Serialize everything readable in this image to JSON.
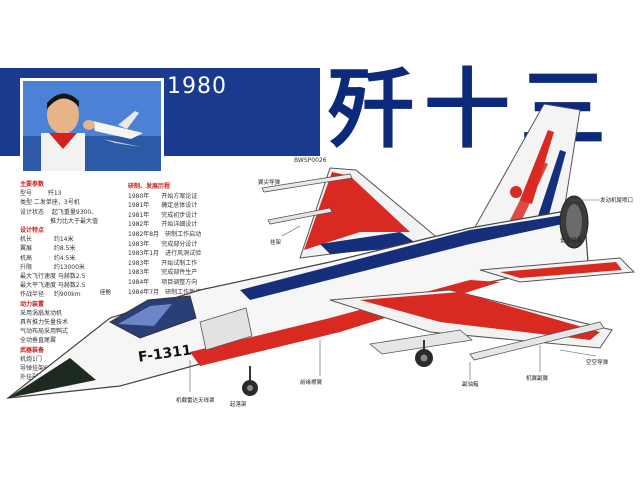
{
  "header": {
    "year": "1980",
    "title": "歼十三",
    "code": "BWSP0026"
  },
  "specs": {
    "heading_1": "主要参数",
    "rows_1": [
      "型号 　　 歼13",
      "类型 二发单座，3号机",
      "设计状态 　起飞重量9300、",
      "　　　　　推力比大于最大值"
    ],
    "heading_2": "设计特点",
    "rows_2": [
      "机长 　　　 约14米",
      "翼展 　　　 约8.5米",
      "机高 　　　 约4.5米",
      "升限 　　　 约13000米",
      "最大飞行速度 马赫数2.5",
      "最大平飞速度 马赫数2.5",
      "作战半径 　 约900km"
    ],
    "heading_3": "动力装置",
    "rows_3": [
      "采用涡扇发动机",
      "具有推力矢量技术",
      "气动布局采用鸭式",
      "全动垂直尾翼"
    ],
    "heading_4": "武器装备",
    "rows_4": [
      "机炮1门",
      "导弹挂架6个",
      "外挂副油箱"
    ]
  },
  "timeline": {
    "heading_1": "研制、发展历程",
    "rows": [
      "1980年　　开始方案论证",
      "1981年　　确定总体设计",
      "1981年　　完成初步设计",
      "1982年　　开始详细设计",
      "1982年8月　研制工作启动",
      "1983年　　完成部分设计",
      "1983年1月　进行风洞试验",
      "1983年　　开始试制工作",
      "1983年　　完成部件生产",
      "1984年　　项目调整方向",
      "1984年7月　研制工作暂停"
    ]
  },
  "callouts": [
    "翼尖导弹",
    "发动机尾喷口",
    "挂架",
    "前缘襟翼",
    "垂直尾翼",
    "副油箱",
    "空空导弹",
    "机载雷达天线罩",
    "座舱",
    "起落架",
    "机翼副翼"
  ],
  "aircraft": {
    "tail_number": "F-1311"
  },
  "colors": {
    "band": "#1a3a8f",
    "title": "#0d2a7a",
    "red": "#d92a22",
    "navy": "#152f7a"
  }
}
